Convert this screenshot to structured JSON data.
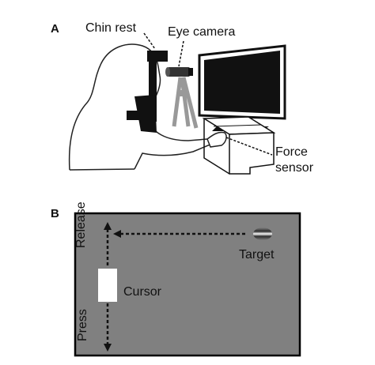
{
  "panel_a": {
    "letter": "A",
    "labels": {
      "chin_rest": "Chin rest",
      "eye_camera": "Eye camera",
      "force_sensor_line1": "Force",
      "force_sensor_line2": "sensor"
    }
  },
  "panel_b": {
    "letter": "B",
    "labels": {
      "target": "Target",
      "cursor": "Cursor",
      "release": "Release",
      "press": "Press"
    },
    "colors": {
      "screen": "#808080",
      "cursor": "#ffffff",
      "frame": "#000000"
    }
  }
}
